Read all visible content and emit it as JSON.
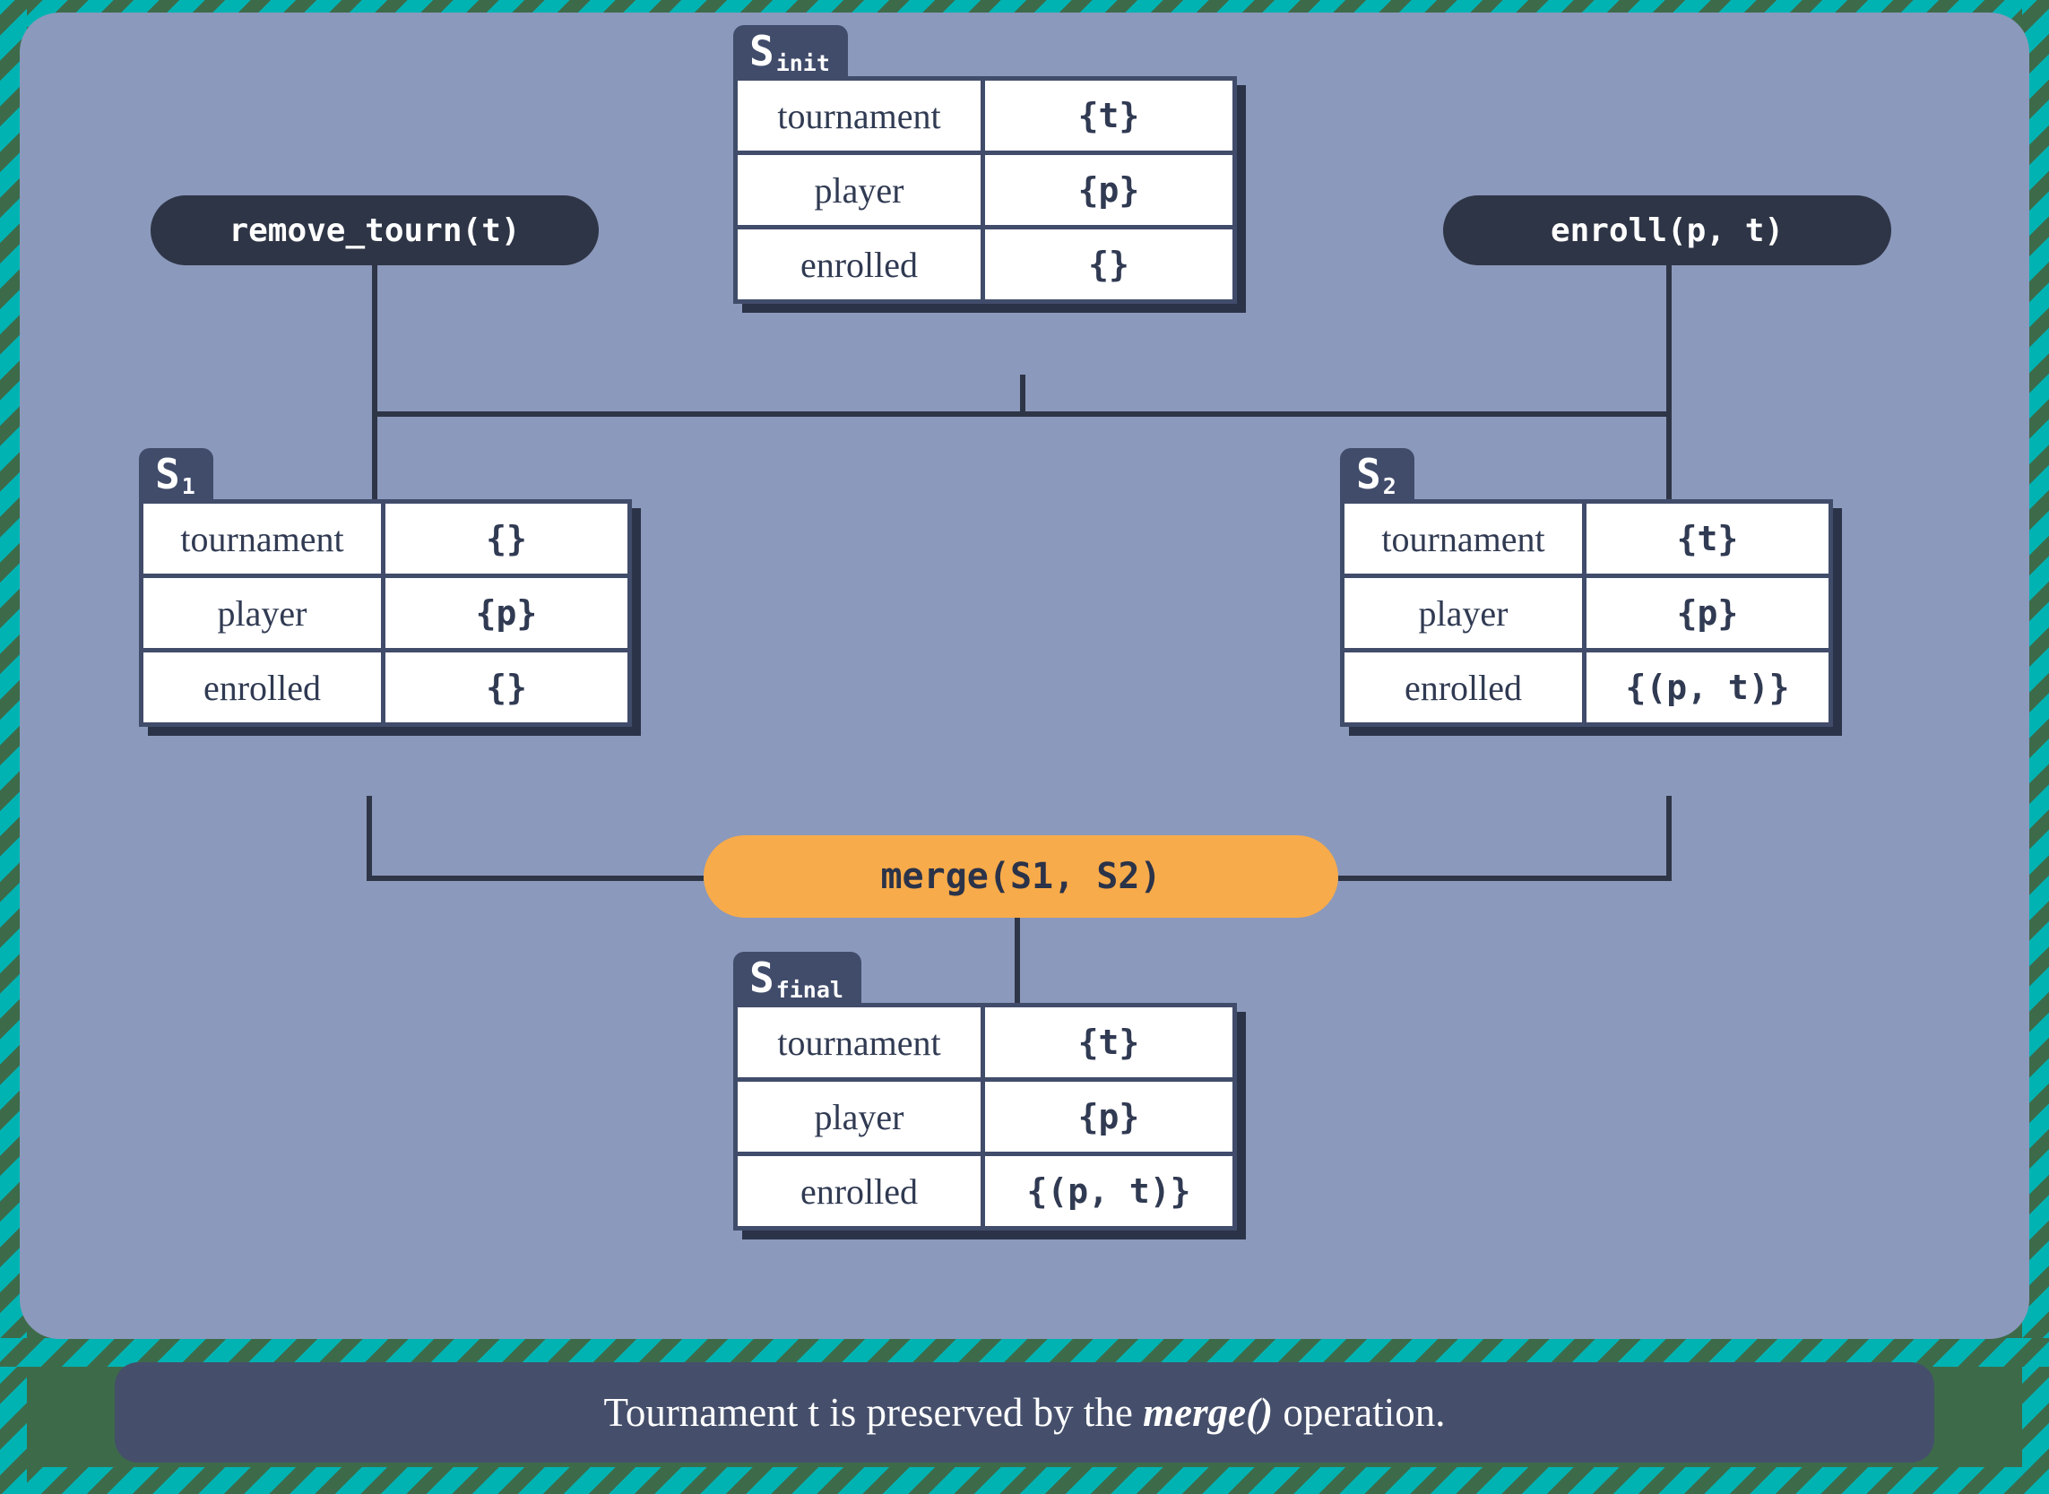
{
  "colors": {
    "panel": "#8b99bc",
    "frame_green": "#3d6b4a",
    "stripe_teal": "#00b3b3",
    "table_border": "#414c6b",
    "table_shadow": "#2b3349",
    "pill_dark": "#2e3546",
    "pill_accent": "#f8ab4a",
    "caption_bg": "#454f6b",
    "text_dark": "#303a52"
  },
  "states": {
    "init": {
      "label_main": "S",
      "label_sub": "init",
      "rows": [
        {
          "key": "tournament",
          "value": "{t}"
        },
        {
          "key": "player",
          "value": "{p}"
        },
        {
          "key": "enrolled",
          "value": "{}"
        }
      ]
    },
    "s1": {
      "label_main": "S",
      "label_sub": "1",
      "rows": [
        {
          "key": "tournament",
          "value": "{}"
        },
        {
          "key": "player",
          "value": "{p}"
        },
        {
          "key": "enrolled",
          "value": "{}"
        }
      ]
    },
    "s2": {
      "label_main": "S",
      "label_sub": "2",
      "rows": [
        {
          "key": "tournament",
          "value": "{t}"
        },
        {
          "key": "player",
          "value": "{p}"
        },
        {
          "key": "enrolled",
          "value": "{(p, t)}"
        }
      ]
    },
    "final": {
      "label_main": "S",
      "label_sub": "final",
      "rows": [
        {
          "key": "tournament",
          "value": "{t}"
        },
        {
          "key": "player",
          "value": "{p}"
        },
        {
          "key": "enrolled",
          "value": "{(p, t)}"
        }
      ]
    }
  },
  "operations": {
    "remove_tourn": "remove_tourn(t)",
    "enroll": "enroll(p, t)",
    "merge": "merge(S1, S2)"
  },
  "caption": {
    "before": "Tournament t is preserved by the ",
    "emphasis": "merge()",
    "after": " operation."
  }
}
